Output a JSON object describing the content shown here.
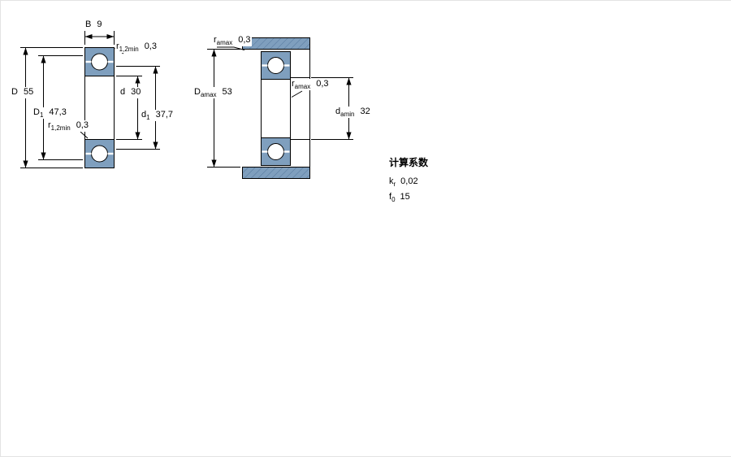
{
  "drawing": {
    "colors": {
      "bearing_fill": "#7f9fbe",
      "hatch_line": "#54779c",
      "outline": "#000000"
    },
    "left_view": {
      "b": {
        "label": "B",
        "sub": "",
        "value": "9"
      },
      "r12_top": {
        "label": "r",
        "sub": "1,2min",
        "value": "0,3"
      },
      "D": {
        "label": "D",
        "sub": "",
        "value": "55"
      },
      "D1": {
        "label": "D",
        "sub": "1",
        "value": "47,3"
      },
      "d": {
        "label": "d",
        "sub": "",
        "value": "30"
      },
      "d1": {
        "label": "d",
        "sub": "1",
        "value": "37,7"
      },
      "r12_bottom": {
        "label": "r",
        "sub": "1,2min",
        "value": "0,3"
      }
    },
    "right_view": {
      "ra_top": {
        "label": "r",
        "sub": "amax",
        "value": "0,3"
      },
      "Da": {
        "label": "D",
        "sub": "amax",
        "value": "53"
      },
      "ra_mid": {
        "label": "r",
        "sub": "amax",
        "value": "0,3"
      },
      "da": {
        "label": "d",
        "sub": "amin",
        "value": "32"
      }
    },
    "calculation_factors": {
      "title": "计算系数",
      "kr": {
        "label": "k",
        "sub": "r",
        "value": "0,02"
      },
      "f0": {
        "label": "f",
        "sub": "0",
        "value": "15"
      }
    }
  }
}
